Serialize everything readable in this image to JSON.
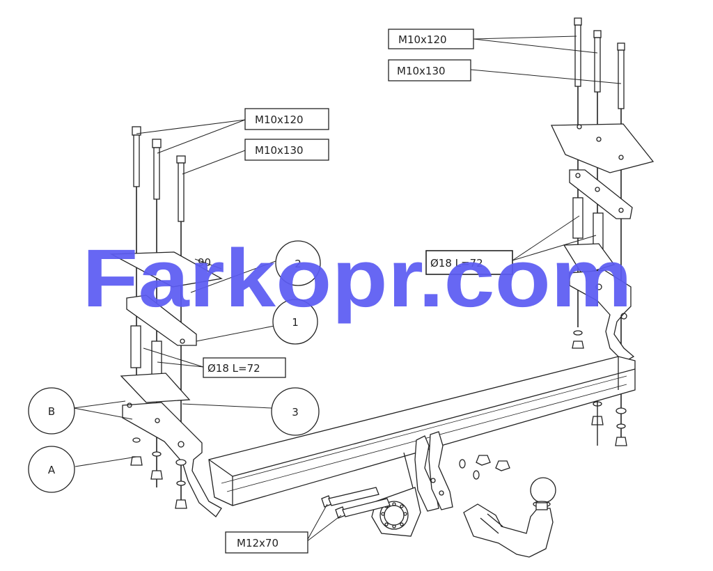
{
  "watermark": "Farkopr.com",
  "labels": {
    "right_bolt_1": "M10x120",
    "right_bolt_2": "M10x130",
    "left_bolt_1": "M10x120",
    "left_bolt_2": "M10x130",
    "spacer_right": "Ø18 L=72",
    "spacer_left": "Ø18 L=72",
    "tow_bolts": "M12x70",
    "dim_90": "90"
  },
  "callouts": {
    "c1": "1",
    "c2": "2",
    "c3": "3",
    "cA": "A",
    "cB": "B"
  }
}
